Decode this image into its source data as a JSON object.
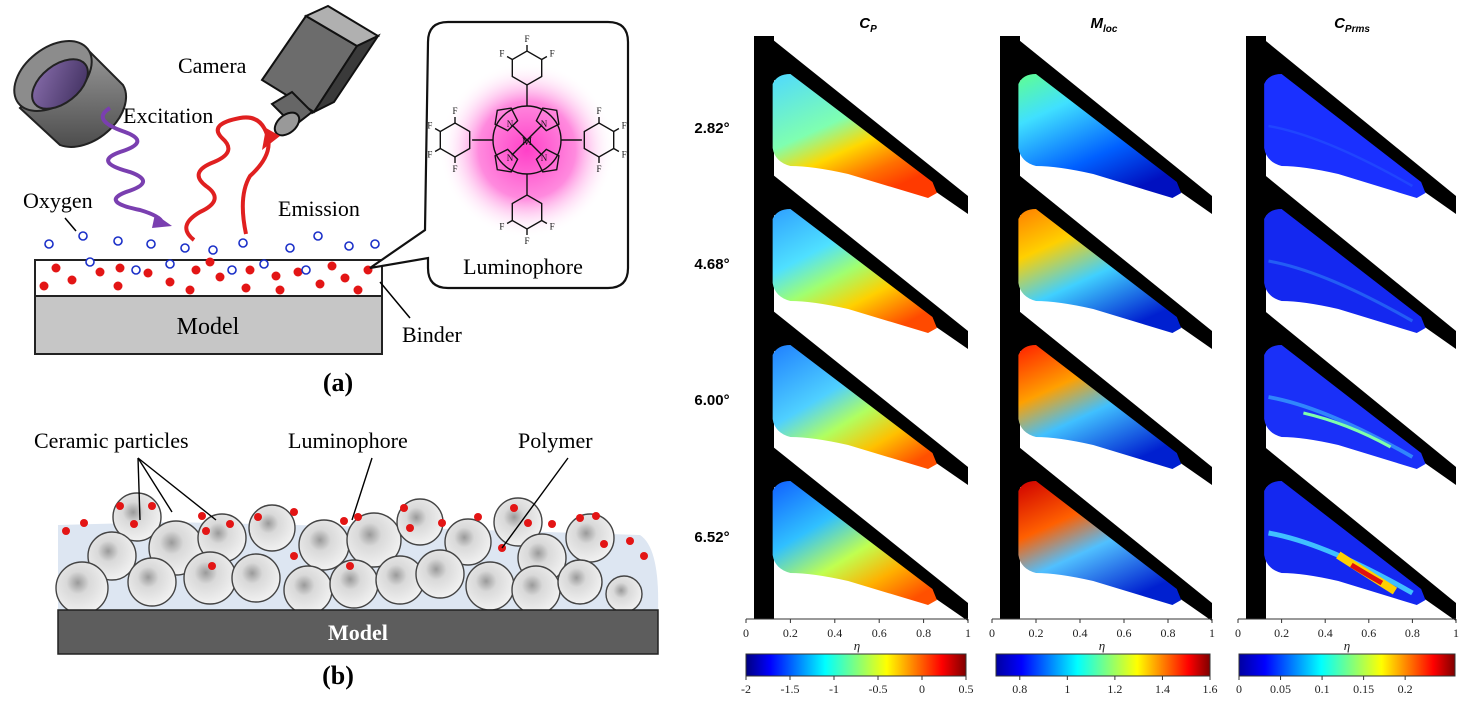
{
  "panel_a": {
    "camera_label": "Camera",
    "excitation_label": "Excitation",
    "oxygen_label": "Oxygen",
    "emission_label": "Emission",
    "model_label": "Model",
    "binder_label": "Binder",
    "luminophore_label": "Luminophore",
    "molecule_metal": "M",
    "molecule_fluorine": "F",
    "molecule_nitrogen": "N",
    "caption": "(a)"
  },
  "panel_b": {
    "ceramic_label": "Ceramic particles",
    "luminophore_label": "Luminophore",
    "polymer_label": "Polymer",
    "model_label": "Model",
    "caption": "(b)"
  },
  "maps": {
    "column_titles": [
      {
        "main": "C",
        "sub": "P"
      },
      {
        "main": "M",
        "sub": "loc"
      },
      {
        "main": "C",
        "sub": "Prms"
      }
    ],
    "row_labels": [
      "2.82°",
      "4.68°",
      "6.00°",
      "6.52°"
    ],
    "eta_ticks": [
      "0",
      "0.2",
      "0.4",
      "0.6",
      "0.8",
      "1"
    ],
    "eta_label": "η",
    "colorbars": [
      {
        "ticks": [
          "-2",
          "-1.5",
          "-1",
          "-0.5",
          "0",
          "0.5"
        ],
        "range": [
          -2,
          0.5
        ]
      },
      {
        "ticks": [
          "0.8",
          "1",
          "1.2",
          "1.4",
          "1.6"
        ],
        "range": [
          0.7,
          1.6
        ]
      },
      {
        "ticks": [
          "0",
          "0.05",
          "0.1",
          "0.15",
          "0.2"
        ],
        "range": [
          0,
          0.26
        ]
      }
    ],
    "colormap": [
      "#00007f",
      "#0000ff",
      "#007fff",
      "#00ffff",
      "#7fff7f",
      "#ffff00",
      "#ff7f00",
      "#ff0000",
      "#7f0000"
    ]
  }
}
